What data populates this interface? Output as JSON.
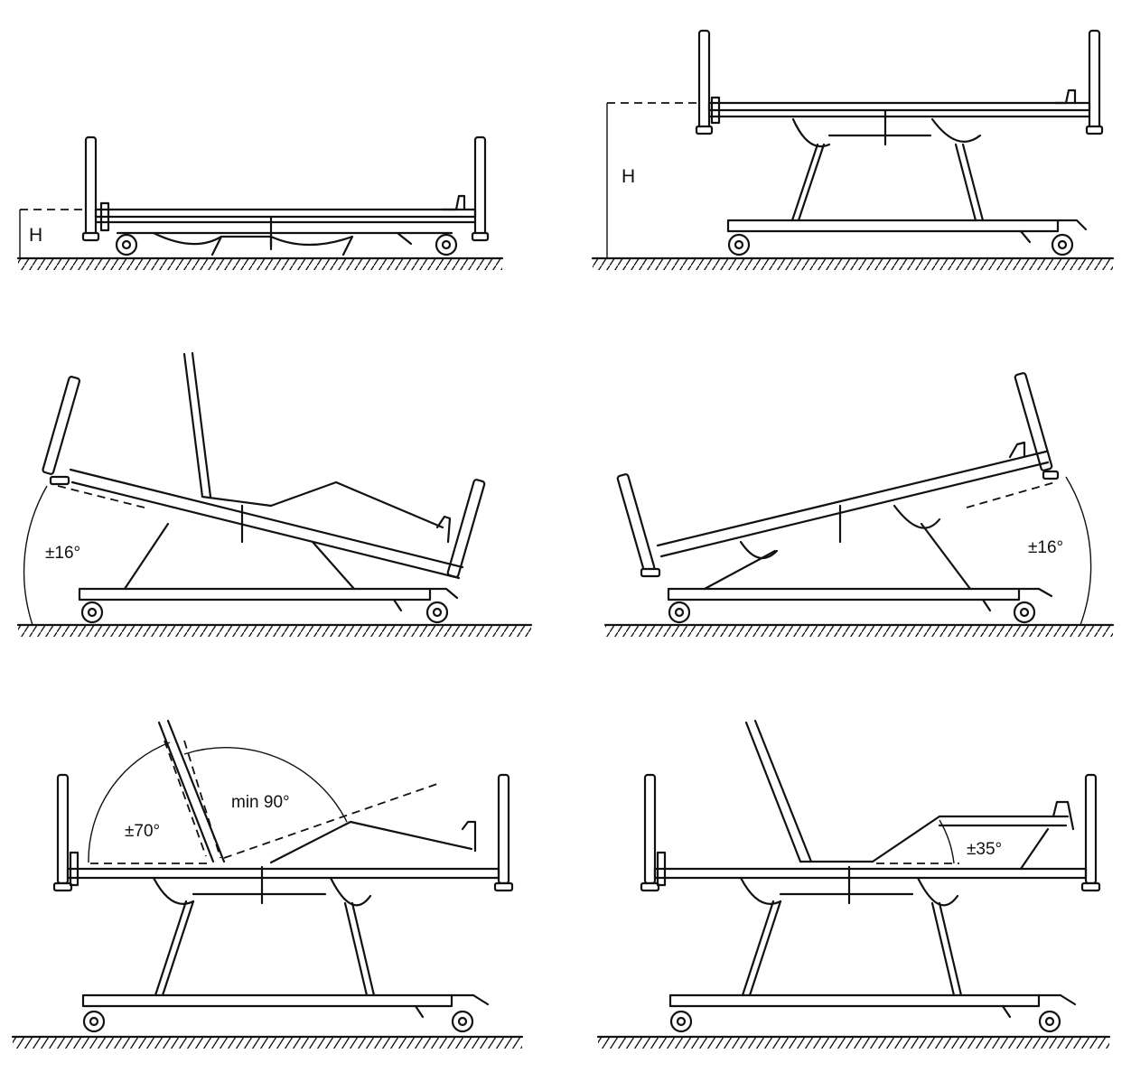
{
  "panels": [
    {
      "id": "lowest-height",
      "label": "H"
    },
    {
      "id": "highest-height",
      "label": "H"
    },
    {
      "id": "reverse-trendelenburg",
      "label": "±16°"
    },
    {
      "id": "trendelenburg",
      "label": "±16°"
    },
    {
      "id": "backrest-angle",
      "label": "±70°",
      "label2": "min 90°"
    },
    {
      "id": "leg-rest-angle",
      "label": "±35°"
    }
  ]
}
